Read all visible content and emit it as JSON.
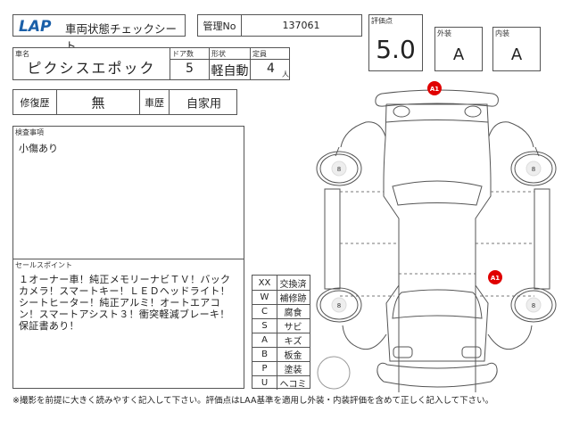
{
  "header": {
    "logo": "LAP",
    "title": "車両状態チェックシート",
    "management_label": "管理No",
    "management_no": "137061"
  },
  "score": {
    "label": "評価点",
    "value": "5.0",
    "exterior_label": "外装",
    "exterior_value": "A",
    "interior_label": "内装",
    "interior_value": "A"
  },
  "vehicle": {
    "name_label": "車名",
    "name": "ピクシスエポック",
    "doors_label": "ドア数",
    "doors": "5",
    "shape_label": "形状",
    "shape": "軽自動",
    "capacity_label": "定員",
    "capacity": "4",
    "capacity_unit": "人"
  },
  "history": {
    "repair_label": "修復歴",
    "repair_value": "無",
    "usage_label": "車歴",
    "usage_value": "自家用"
  },
  "inspection": {
    "label": "検査事項",
    "text": "小傷あり"
  },
  "sales_points": {
    "label": "セールスポイント",
    "text": "１オーナー車！純正メモリーナビＴＶ！バックカメラ！スマートキー！ＬＥＤヘッドライト！シートヒーター！純正アルミ！オートエアコン！スマートアシスト３！衝突軽減ブレーキ！保証書あり！"
  },
  "legend": [
    {
      "code": "XX",
      "name": "交換済"
    },
    {
      "code": "W",
      "name": "補修跡"
    },
    {
      "code": "C",
      "name": "腐食"
    },
    {
      "code": "S",
      "name": "サビ"
    },
    {
      "code": "A",
      "name": "キズ"
    },
    {
      "code": "B",
      "name": "板金"
    },
    {
      "code": "P",
      "name": "塗装"
    },
    {
      "code": "U",
      "name": "ヘコミ"
    }
  ],
  "diagram": {
    "markers": [
      {
        "label": "A1",
        "location": "rear-bumper",
        "color": "#e00000"
      },
      {
        "label": "A1",
        "location": "right-rear-side",
        "color": "#e00000"
      }
    ],
    "tire_tread": [
      "8",
      "8",
      "8",
      "8"
    ]
  },
  "footer_note": "※撮影を前提に大きく読みやすく記入して下さい。評価点はLAA基準を適用し外装・内装評価を含めて正しく記入して下さい。"
}
